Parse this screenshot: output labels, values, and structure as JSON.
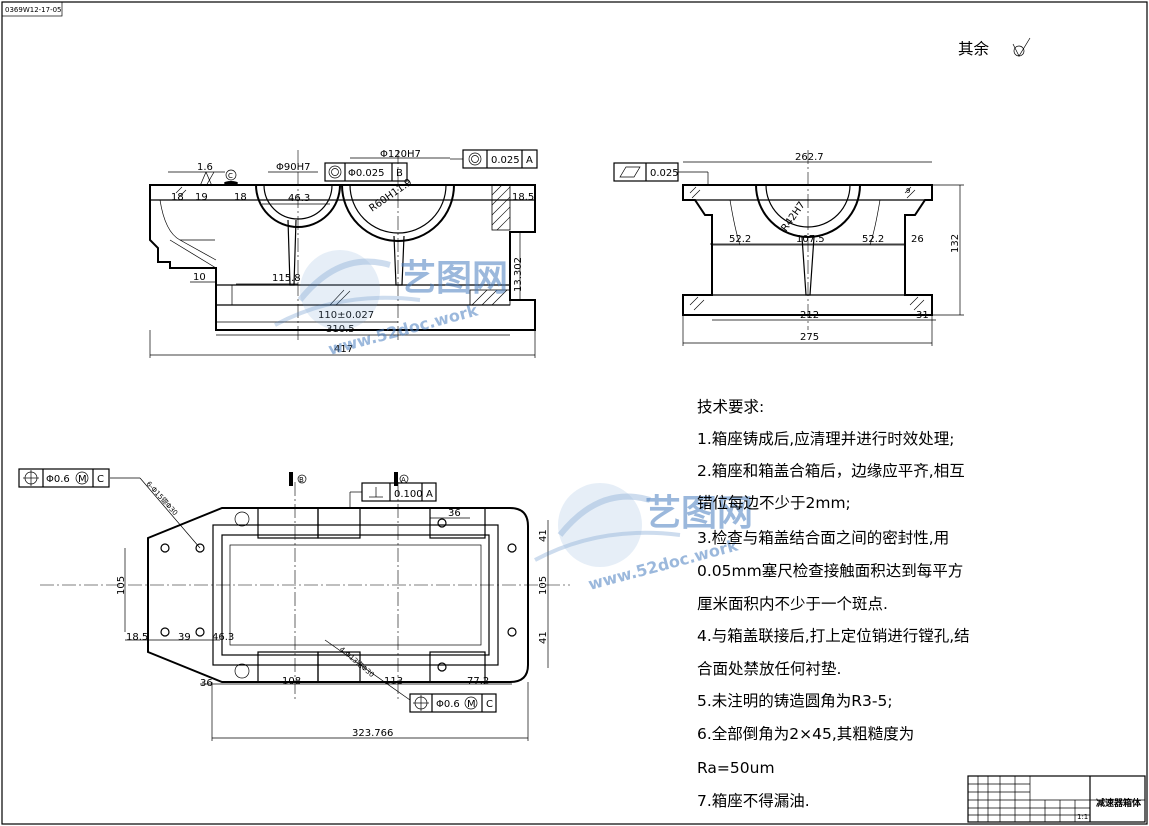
{
  "drawing_no": "0369W12-17-05",
  "roughness_note": {
    "label": "其余",
    "symbol": "∀"
  },
  "front_view": {
    "roughness": "1.6",
    "datum_c": "C",
    "bore_small": "Φ90H7",
    "bore_large": "Φ120H7",
    "tol_small": {
      "value": "Φ0.025",
      "datum": "B"
    },
    "tol_large": {
      "value": "0.025",
      "datum": "A"
    },
    "dims": [
      "18",
      "19",
      "18",
      "46.3",
      "R60H11.9",
      "18.5",
      "10",
      "115.8",
      "13.302",
      "110±0.027",
      "310.5",
      "417"
    ]
  },
  "side_view": {
    "flatness": "0.025",
    "dims": [
      "262.7",
      "R42H7",
      "52.2",
      "107.5",
      "52.2",
      "26",
      "9",
      "212",
      "31",
      "275",
      "132"
    ]
  },
  "top_view": {
    "tol_left": {
      "value": "Φ0.6",
      "mod": "M",
      "datum": "C"
    },
    "tol_right": {
      "value": "Φ0.6",
      "mod": "M",
      "datum": "C"
    },
    "perp": {
      "value": "0.100",
      "datum": "A"
    },
    "datum_b": "B",
    "datum_a": "A",
    "hole_left": "6-Φ15锪Φ30",
    "hole_right": "4-Φ13锪Φ30",
    "dims": [
      "36",
      "41",
      "105",
      "105",
      "41",
      "18.5",
      "39",
      "46.3",
      "36",
      "108",
      "113",
      "77.2",
      "323.766"
    ]
  },
  "watermark": {
    "brand": "艺图网",
    "url_top": "www.52doc.work"
  },
  "requirements": {
    "heading": "技术要求:",
    "lines": [
      "1.箱座铸成后,应清理并进行时效处理;",
      "2.箱座和箱盖合箱后，边缘应平齐,相互",
      "错位每边不少于2mm;",
      "3.检查与箱盖结合面之间的密封性,用",
      "0.05mm塞尺检查接触面积达到每平方",
      "厘米面积内不少于一个斑点.",
      "4.与箱盖联接后,打上定位销进行镗孔,结",
      "合面处禁放任何衬垫.",
      "5.未注明的铸造圆角为R3-5;",
      "6.全部倒角为2×45,其粗糙度为",
      "Ra=50um",
      "7.箱座不得漏油."
    ]
  },
  "title_block": {
    "name": "减速器箱体",
    "scale": "1:1"
  }
}
